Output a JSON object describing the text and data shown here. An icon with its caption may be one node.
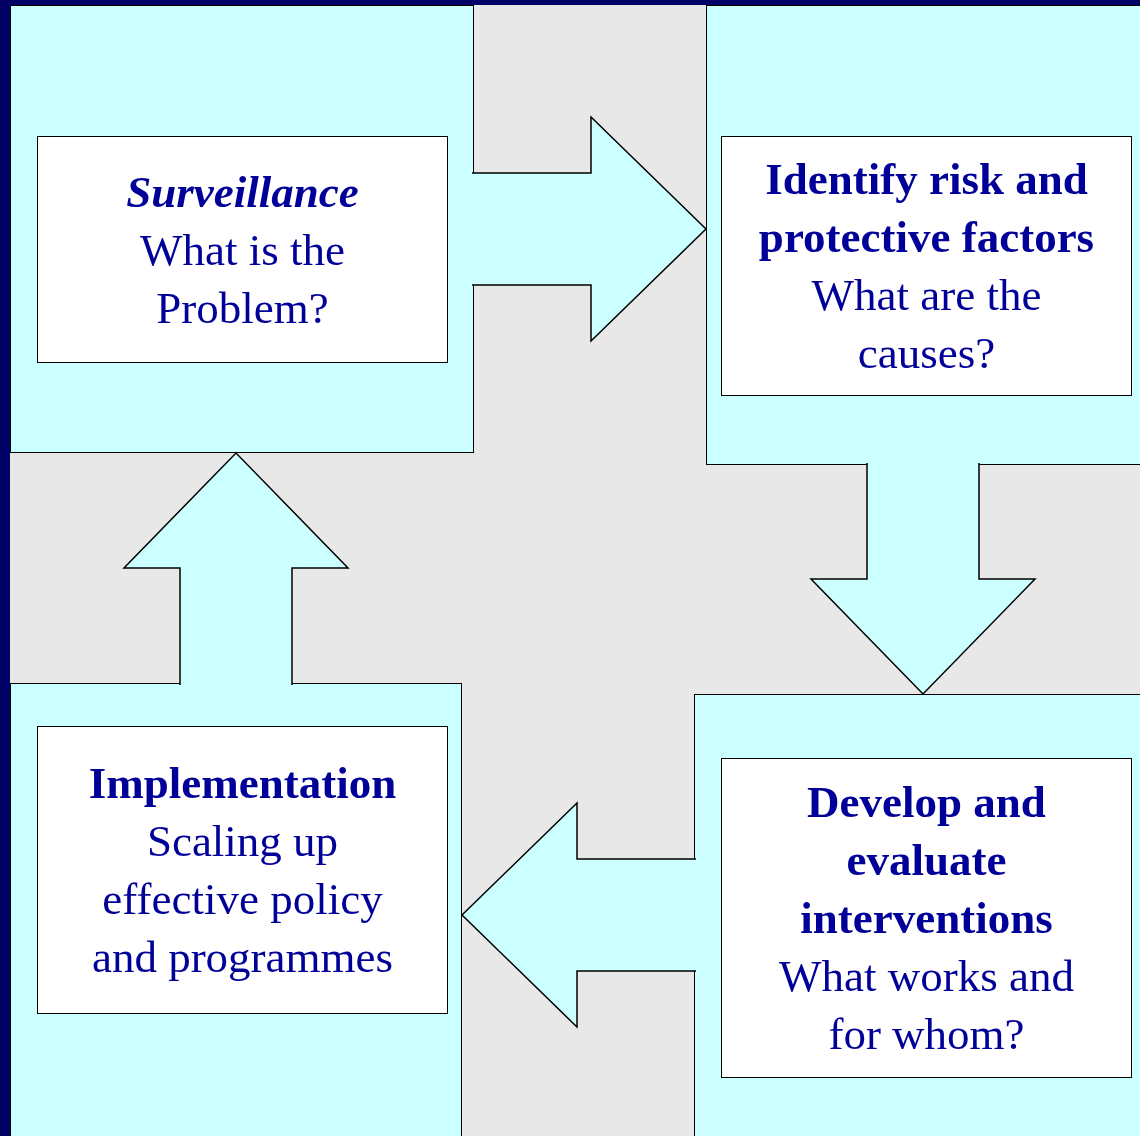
{
  "diagram": {
    "nodes": [
      {
        "text": [],
        "shape": "box"
      },
      {
        "text": [
          "Surveillance",
          "What is the Problem?"
        ],
        "in": 0
      },
      {
        "text": [],
        "shape": "box"
      },
      {
        "text": [
          "Identify risk and protective factors",
          "What are the causes?"
        ],
        "in": 2
      },
      {
        "text": [],
        "shape": "box"
      },
      {
        "text": [
          "Implementation",
          "Scaling up effective policy and programmes"
        ],
        "in": 4
      },
      {
        "text": [],
        "shape": "box"
      },
      {
        "text": [
          "Develop and evaluate interventions",
          "What works and for whom?"
        ],
        "in": 6
      }
    ],
    "edges": [
      {
        "from": 0,
        "to": 2,
        "arrow": "to"
      },
      {
        "from": 2,
        "to": 6,
        "arrow": "to"
      },
      {
        "from": 6,
        "to": 4,
        "arrow": "to"
      },
      {
        "from": 4,
        "to": 0,
        "arrow": "to"
      }
    ]
  }
}
